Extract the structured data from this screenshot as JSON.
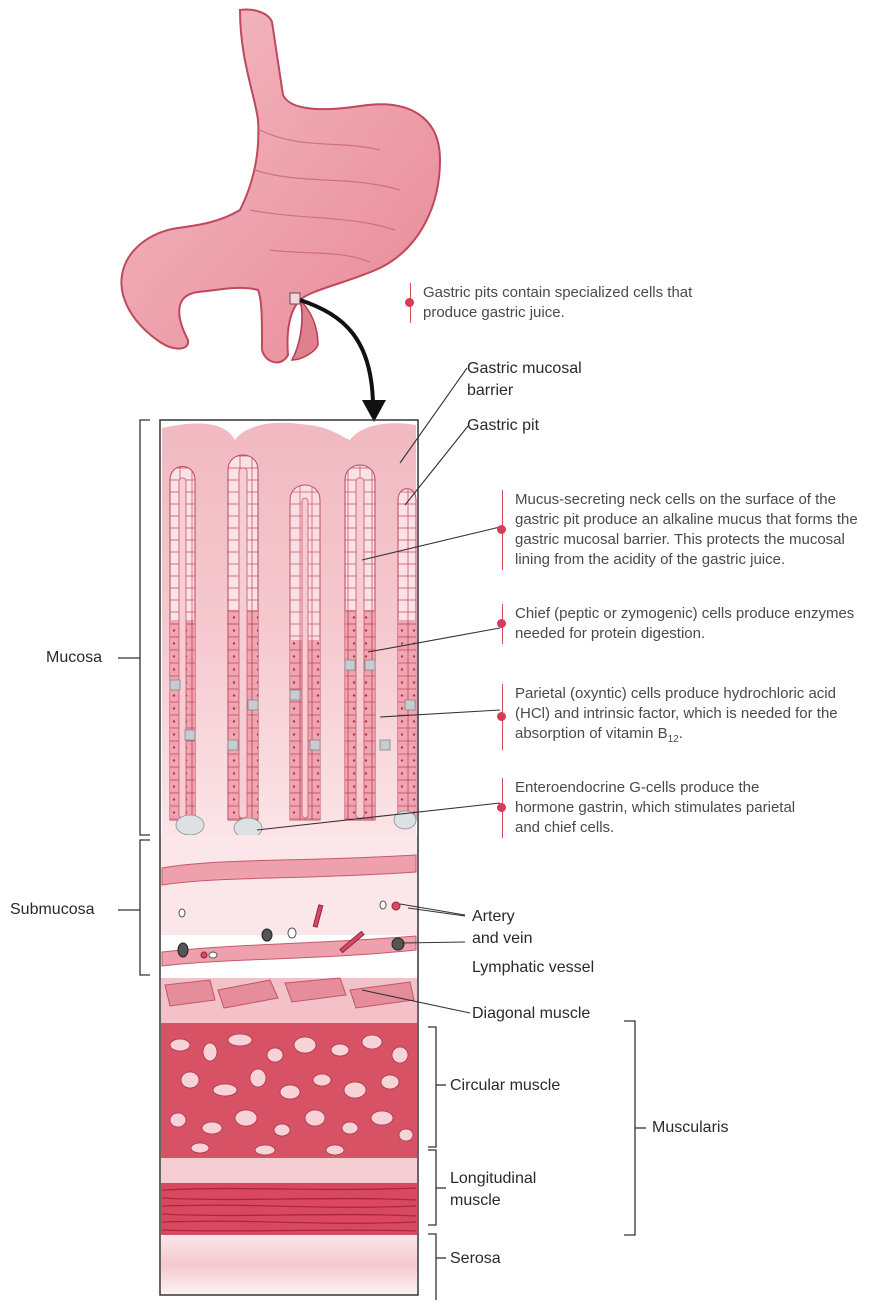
{
  "labels": {
    "mucosa": "Mucosa",
    "submucosa": "Submucosa",
    "muscularis": "Muscularis",
    "gastric_mucosal_barrier_1": "Gastric mucosal",
    "gastric_mucosal_barrier_2": "barrier",
    "gastric_pit": "Gastric pit",
    "artery_1": "Artery",
    "artery_2": "and vein",
    "lymphatic": "Lymphatic vessel",
    "diagonal": "Diagonal muscle",
    "circular": "Circular muscle",
    "longitudinal_1": "Longitudinal",
    "longitudinal_2": "muscle",
    "serosa": "Serosa"
  },
  "notes": {
    "gastric_pits": "Gastric pits contain specialized cells that produce gastric juice.",
    "mucus_cells": "Mucus-secreting neck cells on the surface of the gastric pit produce an alkaline mucus that forms the gastric mucosal barrier. This protects the mucosal lining from the acidity of the gastric juice.",
    "chief_cells": "Chief (peptic or zymogenic) cells produce enzymes needed for protein digestion.",
    "parietal_cells": "Parietal (oxyntic) cells produce hydrochloric acid (HCl) and intrinsic factor, which is needed for the absorption of vitamin B",
    "parietal_sub": "12",
    "parietal_end": ".",
    "g_cells": "Enteroendocrine G-cells produce the hormone gastrin, which stimulates parietal and chief cells."
  },
  "colors": {
    "tissue_light": "#f6d3d8",
    "tissue_mid": "#ec9fab",
    "tissue_dark": "#d9495f",
    "accent_red": "#d63c55",
    "g_cell": "#c8ccd0"
  },
  "icons": {
    "stomach": "stomach-illustration",
    "arrow": "curved-arrow-icon"
  }
}
